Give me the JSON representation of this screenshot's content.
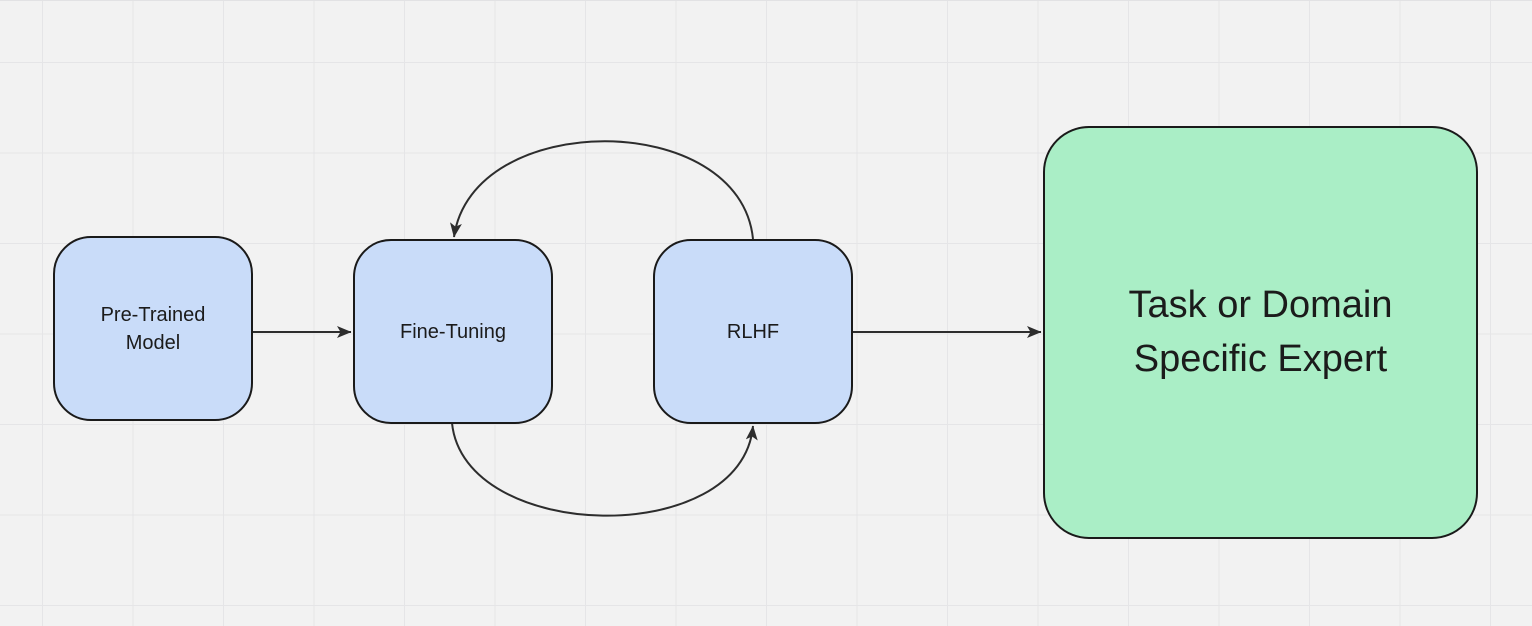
{
  "canvas": {
    "background_color": "#f2f2f2",
    "grid_line_color": "#e5e5e7"
  },
  "diagram": {
    "arrow_color": "#2d2d2d",
    "text_color": "#1b1b1b",
    "nodes": [
      {
        "id": "pre-trained-model",
        "label": "Pre-Trained Model",
        "fill_color": "#c9dcf9",
        "border_color": "#1a1a1a"
      },
      {
        "id": "fine-tuning",
        "label": "Fine-Tuning",
        "fill_color": "#c9dcf9",
        "border_color": "#1a1a1a"
      },
      {
        "id": "rlhf",
        "label": "RLHF",
        "fill_color": "#c9dcf9",
        "border_color": "#1a1a1a"
      },
      {
        "id": "task-or-domain-specific-expert",
        "label": "Task or Domain Specific Expert",
        "fill_color": "#aaeec6",
        "border_color": "#1a1a1a"
      }
    ],
    "connectors": [
      {
        "id": "pretrained-to-finetuning",
        "from": "pre-trained-model",
        "to": "fine-tuning",
        "shape": "straight",
        "arrowhead": "end"
      },
      {
        "id": "rlhf-to-finetuning-loop-top",
        "from": "rlhf",
        "to": "fine-tuning",
        "shape": "arc-over-top",
        "arrowhead": "end"
      },
      {
        "id": "finetuning-to-rlhf-loop-bottom",
        "from": "fine-tuning",
        "to": "rlhf",
        "shape": "arc-under-bottom",
        "arrowhead": "end"
      },
      {
        "id": "rlhf-to-expert",
        "from": "rlhf",
        "to": "task-or-domain-specific-expert",
        "shape": "straight",
        "arrowhead": "end"
      }
    ]
  }
}
